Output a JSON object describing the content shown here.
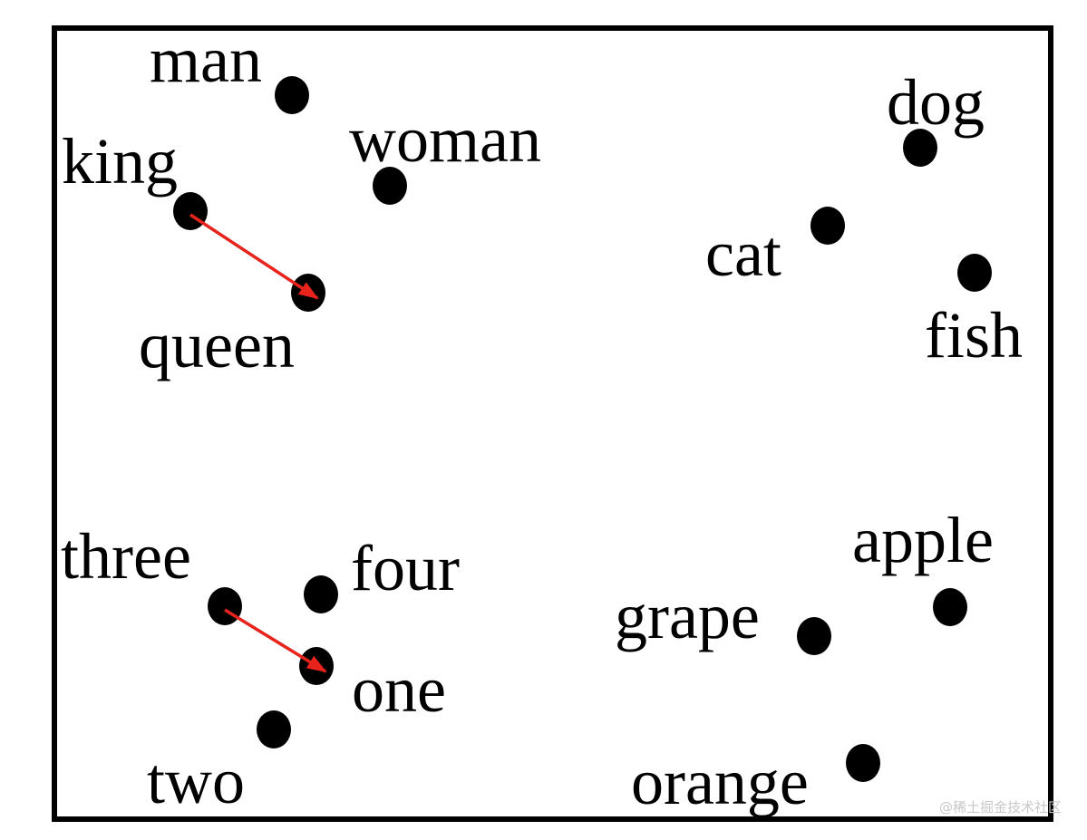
{
  "words": [
    {
      "id": "man",
      "label": "man"
    },
    {
      "id": "woman",
      "label": "woman"
    },
    {
      "id": "king",
      "label": "king"
    },
    {
      "id": "queen",
      "label": "queen"
    },
    {
      "id": "dog",
      "label": "dog"
    },
    {
      "id": "cat",
      "label": "cat"
    },
    {
      "id": "fish",
      "label": "fish"
    },
    {
      "id": "three",
      "label": "three"
    },
    {
      "id": "four",
      "label": "four"
    },
    {
      "id": "one",
      "label": "one"
    },
    {
      "id": "two",
      "label": "two"
    },
    {
      "id": "apple",
      "label": "apple"
    },
    {
      "id": "grape",
      "label": "grape"
    },
    {
      "id": "orange",
      "label": "orange"
    }
  ],
  "arrows": [
    {
      "from": "king",
      "to": "queen"
    },
    {
      "from": "three",
      "to": "one"
    }
  ],
  "colors": {
    "point": "#000000",
    "arrow": "#e8231b",
    "frame": "#000000"
  },
  "watermark": "@稀土掘金技术社区"
}
